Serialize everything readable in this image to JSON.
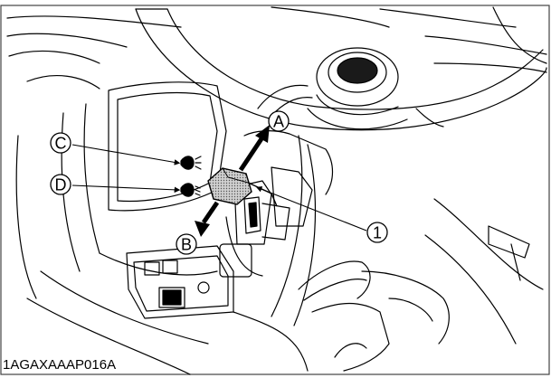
{
  "figure": {
    "code": "1AGAXAAAP016A",
    "callouts": {
      "a": "A",
      "b": "B",
      "c": "C",
      "d": "D",
      "one": "1"
    }
  },
  "colors": {
    "line": "#000000",
    "frame": "#444444",
    "knob_fill": "#bdbdbd",
    "background": "#ffffff"
  }
}
